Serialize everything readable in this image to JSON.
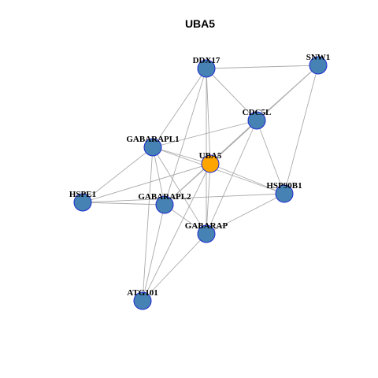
{
  "title": "UBA5",
  "colors": {
    "node_default": "#4682b4",
    "node_focus": "#ffa500",
    "node_border": "#1f2bd0",
    "edge": "#aaaaaa"
  },
  "graph": {
    "focus": "UBA5",
    "nodes": [
      "DDX17",
      "SNW1",
      "CDC5L",
      "GABARAPL1",
      "UBA5",
      "HSPE1",
      "GABARAPL2",
      "HSP90B1",
      "GABARAP",
      "ATG101"
    ],
    "edges": [
      [
        "DDX17",
        "SNW1"
      ],
      [
        "DDX17",
        "CDC5L"
      ],
      [
        "DDX17",
        "GABARAPL1"
      ],
      [
        "DDX17",
        "UBA5"
      ],
      [
        "DDX17",
        "GABARAPL2"
      ],
      [
        "DDX17",
        "GABARAP"
      ],
      [
        "SNW1",
        "CDC5L"
      ],
      [
        "SNW1",
        "UBA5"
      ],
      [
        "SNW1",
        "HSP90B1"
      ],
      [
        "CDC5L",
        "GABARAPL1"
      ],
      [
        "CDC5L",
        "UBA5"
      ],
      [
        "CDC5L",
        "HSP90B1"
      ],
      [
        "CDC5L",
        "GABARAP"
      ],
      [
        "CDC5L",
        "GABARAPL2"
      ],
      [
        "GABARAPL1",
        "UBA5"
      ],
      [
        "GABARAPL1",
        "HSPE1"
      ],
      [
        "GABARAPL1",
        "GABARAPL2"
      ],
      [
        "GABARAPL1",
        "GABARAP"
      ],
      [
        "GABARAPL1",
        "HSP90B1"
      ],
      [
        "GABARAPL1",
        "ATG101"
      ],
      [
        "UBA5",
        "HSPE1"
      ],
      [
        "UBA5",
        "GABARAPL2"
      ],
      [
        "UBA5",
        "HSP90B1"
      ],
      [
        "UBA5",
        "GABARAP"
      ],
      [
        "UBA5",
        "ATG101"
      ],
      [
        "HSPE1",
        "GABARAPL2"
      ],
      [
        "HSPE1",
        "HSP90B1"
      ],
      [
        "GABARAPL2",
        "GABARAP"
      ],
      [
        "GABARAPL2",
        "ATG101"
      ],
      [
        "HSP90B1",
        "GABARAP"
      ],
      [
        "GABARAP",
        "ATG101"
      ]
    ]
  }
}
